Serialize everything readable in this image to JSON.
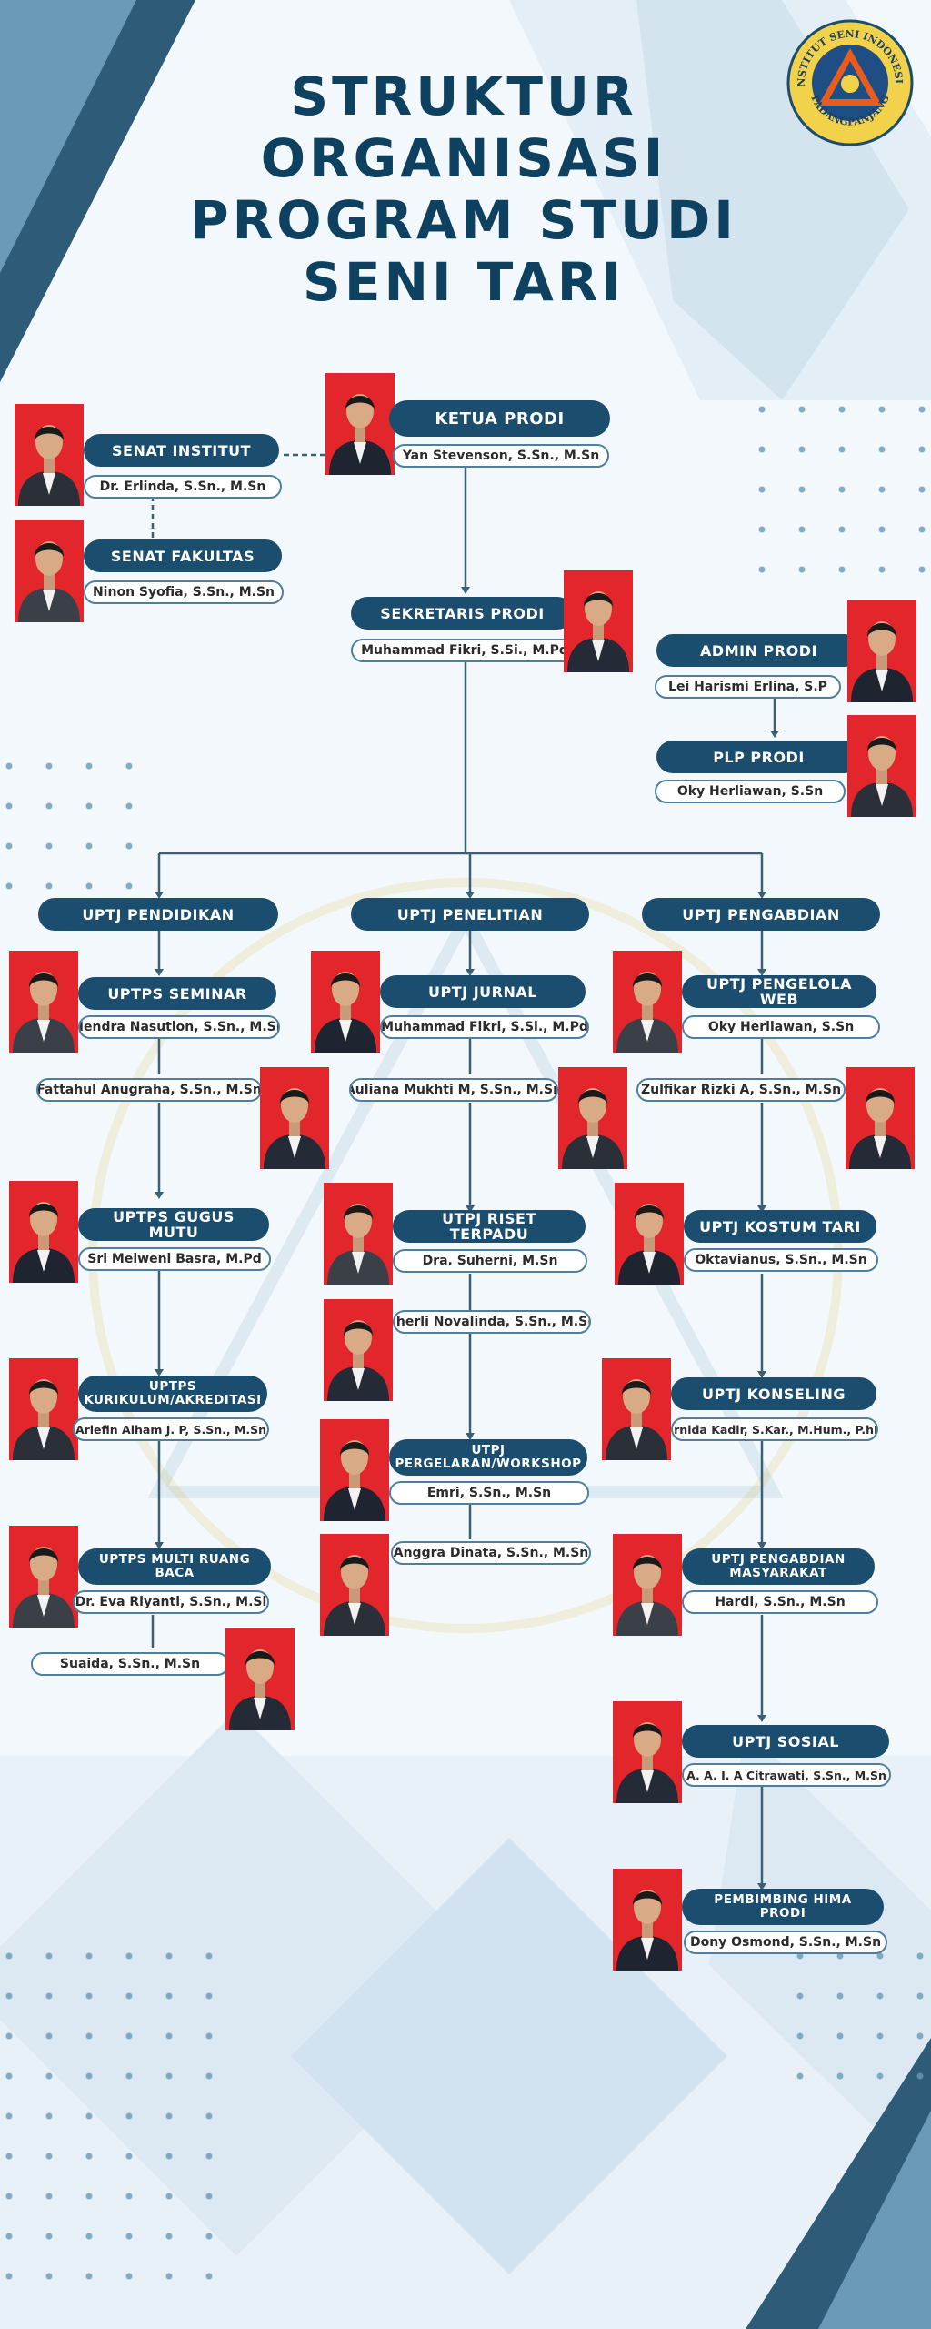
{
  "title": {
    "lines": [
      "STRUKTUR",
      "ORGANISASI",
      "PROGRAM STUDI",
      "SENI TARI"
    ]
  },
  "logo": {
    "text": "INSTITUT SENI INDONESIA PADANGPANJANG"
  },
  "colors": {
    "navy": "#1b4d6e",
    "title": "#0e4060",
    "photo_bg": "#e3262b",
    "line": "#3d5f74",
    "accent_blue": "#4d87a8"
  },
  "org": {
    "ketua": {
      "role": "KETUA PRODI",
      "name": "Yan Stevenson, S.Sn., M.Sn"
    },
    "senat_institut": {
      "role": "SENAT INSTITUT",
      "name": "Dr. Erlinda, S.Sn., M.Sn"
    },
    "senat_fakultas": {
      "role": "SENAT FAKULTAS",
      "name": "Ninon Syofia, S.Sn., M.Sn"
    },
    "sekretaris": {
      "role": "SEKRETARIS PRODI",
      "name": "Muhammad Fikri, S.Si., M.Pd"
    },
    "admin": {
      "role": "ADMIN PRODI",
      "name": "Lei Harismi Erlina, S.P"
    },
    "plp": {
      "role": "PLP PRODI",
      "name": "Oky Herliawan, S.Sn"
    },
    "pendidikan": {
      "role": "UPTJ PENDIDIKAN"
    },
    "penelitian": {
      "role": "UPTJ PENELITIAN"
    },
    "pengabdian": {
      "role": "UPTJ PENGABDIAN"
    },
    "seminar": {
      "role": "UPTPS SEMINAR",
      "name": "Hendra Nasution, S.Sn., M.Sn",
      "member": "Fattahul Anugraha, S.Sn., M.Sn"
    },
    "gugus_mutu": {
      "role": "UPTPS GUGUS MUTU",
      "name": "Sri Meiweni Basra, M.Pd"
    },
    "kurikulum": {
      "role": "UPTPS KURIKULUM/AKREDITASI",
      "name": "Ariefin Alham J. P, S.Sn., M.Sn"
    },
    "ruang_baca": {
      "role": "UPTPS MULTI RUANG BACA",
      "name": "Dr. Eva Riyanti, S.Sn., M.Si",
      "member": "Suaida, S.Sn., M.Sn"
    },
    "jurnal": {
      "role": "UPTJ JURNAL",
      "name": "Muhammad Fikri, S.Si., M.Pd",
      "member": "Auliana Mukhti M, S.Sn., M.Sn"
    },
    "riset": {
      "role": "UTPJ RISET TERPADU",
      "name": "Dra. Suherni, M.Sn",
      "member": "Sherli Novalinda, S.Sn., M.Sn"
    },
    "pergelaran": {
      "role": "UTPJ PERGELARAN/WORKSHOP",
      "name": "Emri, S.Sn., M.Sn",
      "member": "Anggra Dinata, S.Sn., M.Sn"
    },
    "web": {
      "role": "UPTJ PENGELOLA WEB",
      "name": "Oky Herliawan, S.Sn",
      "member": "Zulfikar Rizki A, S.Sn., M.Sn"
    },
    "kostum": {
      "role": "UPTJ KOSTUM TARI",
      "name": "Oktavianus, S.Sn., M.Sn"
    },
    "konseling": {
      "role": "UPTJ KONSELING",
      "name": "Ernida Kadir, S.Kar., M.Hum., P.hD"
    },
    "pengabdian_masyarakat": {
      "role": "UPTJ PENGABDIAN MASYARAKAT",
      "name": "Hardi, S.Sn., M.Sn"
    },
    "sosial": {
      "role": "UPTJ SOSIAL",
      "name": "A. A. I. A Citrawati, S.Sn., M.Sn"
    },
    "hima": {
      "role": "PEMBIMBING HIMA PRODI",
      "name": "Dony Osmond, S.Sn., M.Sn"
    }
  }
}
